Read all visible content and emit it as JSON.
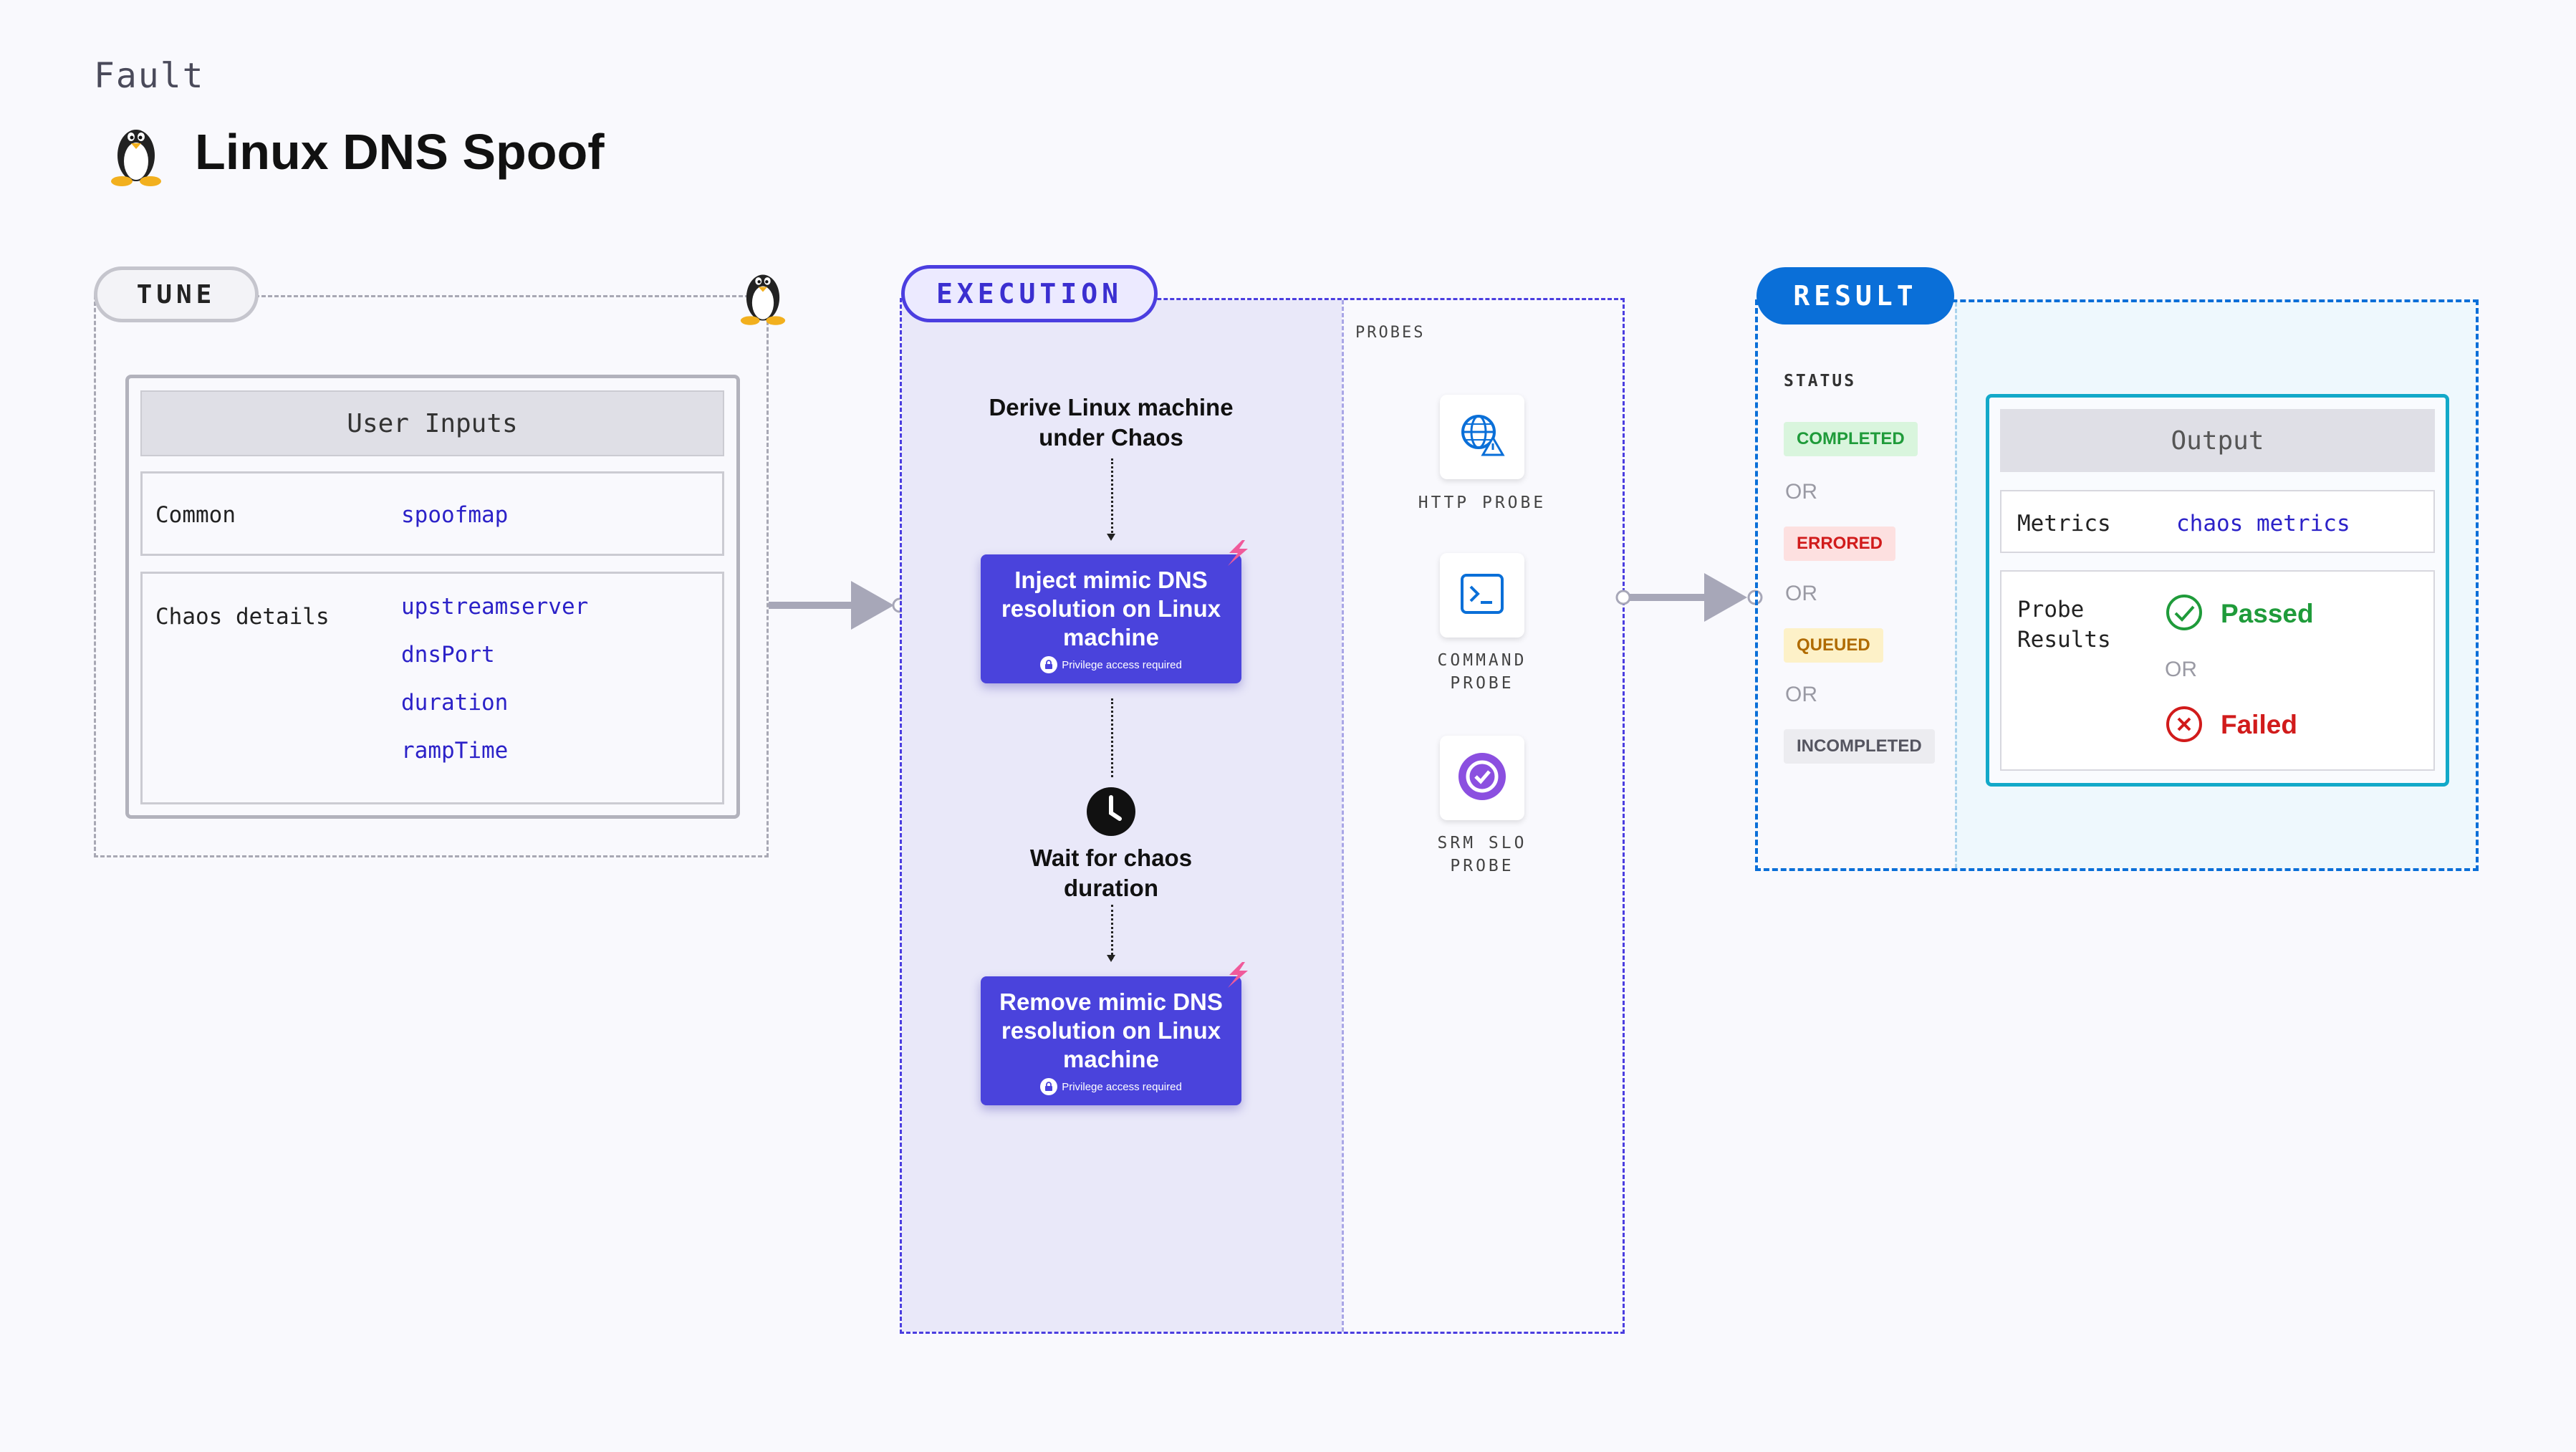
{
  "header": {
    "kicker": "Fault",
    "title": "Linux DNS Spoof"
  },
  "tune": {
    "label": "TUNE",
    "panel_title": "User Inputs",
    "rows": [
      {
        "label": "Common",
        "values": [
          "spoofmap"
        ]
      },
      {
        "label": "Chaos details",
        "values": [
          "upstreamserver",
          "dnsPort",
          "duration",
          "rampTime"
        ]
      }
    ]
  },
  "execution": {
    "label": "EXECUTION",
    "steps": {
      "derive": "Derive Linux machine under Chaos",
      "inject": "Inject mimic DNS resolution on Linux machine",
      "wait": "Wait for chaos duration",
      "remove": "Remove mimic DNS resolution on Linux machine",
      "privilege": "Privilege access required"
    },
    "probes_label": "PROBES",
    "probes": [
      {
        "name": "HTTP PROBE",
        "icon": "globe-warning-icon"
      },
      {
        "name": "COMMAND PROBE",
        "icon": "terminal-icon"
      },
      {
        "name": "SRM SLO PROBE",
        "icon": "slo-icon"
      }
    ]
  },
  "result": {
    "label": "RESULT",
    "status_label": "STATUS",
    "statuses": [
      {
        "text": "COMPLETED",
        "fg": "#1f9b3a",
        "bg": "#d9f5dd"
      },
      {
        "text": "ERRORED",
        "fg": "#d11b1b",
        "bg": "#fde0e0"
      },
      {
        "text": "QUEUED",
        "fg": "#b06b00",
        "bg": "#fdf1c8"
      },
      {
        "text": "INCOMPLETED",
        "fg": "#555560",
        "bg": "#ececf0"
      }
    ],
    "or_text": "OR",
    "output": {
      "title": "Output",
      "metrics_label": "Metrics",
      "metrics_value": "chaos metrics",
      "probe_results_label": "Probe Results",
      "passed": "Passed",
      "or_text": "OR",
      "failed": "Failed"
    }
  },
  "colors": {
    "execution": "#4b3ee0",
    "result": "#0a6fd8",
    "output_border": "#12a9c9",
    "passed": "#1f9b3a",
    "failed": "#d11b1b"
  }
}
